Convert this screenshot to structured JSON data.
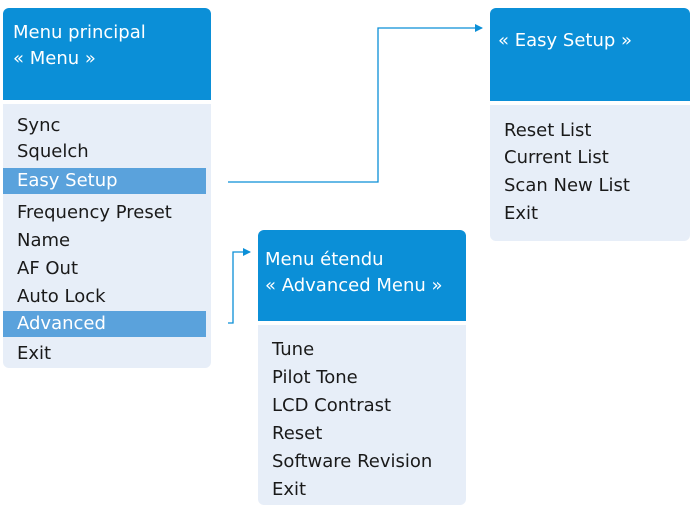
{
  "main_menu": {
    "title_line1": "Menu principal",
    "title_line2": "« Menu »",
    "items": [
      "Sync",
      "Squelch",
      "Easy Setup",
      "Frequency Preset",
      "Name",
      "AF Out",
      "Auto Lock",
      "Advanced",
      "Exit"
    ],
    "highlighted": [
      "Easy Setup",
      "Advanced"
    ]
  },
  "easy_setup_menu": {
    "title_line1": "« Easy Setup »",
    "items": [
      "Reset List",
      "Current List",
      "Scan New List",
      "Exit"
    ]
  },
  "advanced_menu": {
    "title_line1": "Menu étendu",
    "title_line2": "« Advanced Menu »",
    "items": [
      "Tune",
      "Pilot Tone",
      "LCD Contrast",
      "Reset",
      "Software Revision",
      "Exit"
    ]
  },
  "colors": {
    "header": "#0b8fd7",
    "body": "#e7eef8",
    "highlight": "#5aa2dc",
    "connector": "#0b8fd7"
  }
}
